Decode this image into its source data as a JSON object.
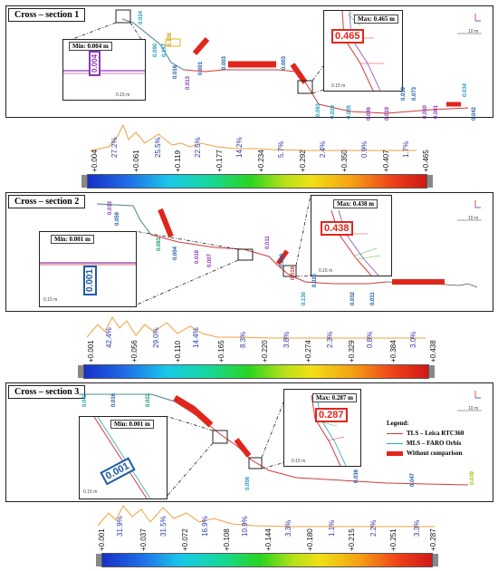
{
  "panels": [
    {
      "title": "Cross – section 1",
      "min_label": "Min: 0.004 m",
      "min_value": "0.004",
      "max_label": "Max: 0.465 m",
      "max_value": "0.465",
      "inset_scale": "0.15 m",
      "main_scale": "10 m",
      "values": [
        "0.024",
        "0.090",
        "0.157",
        "0.138",
        "0.016",
        "0.013",
        "0.001",
        "0.003",
        "0.003",
        "0.063",
        "0.029",
        "0.035",
        "0.046",
        "0.019",
        "0.039",
        "0.073",
        "0.080",
        "0.001",
        "0.042",
        "0.034"
      ],
      "hist_ticks": [
        "+0.004",
        "+0.061",
        "+0.119",
        "+0.177",
        "+0.234",
        "+0.292",
        "+0.350",
        "+0.407",
        "+0.465"
      ],
      "hist_pcts": [
        "27.2%",
        "25.5%",
        "22.5%",
        "14.2%",
        "5.7%",
        "2.4%",
        "0.9%",
        "1.7%"
      ]
    },
    {
      "title": "Cross – section 2",
      "min_label": "Min: 0.001 m",
      "min_value": "0.001",
      "max_label": "Max: 0.438 m",
      "max_value": "0.438",
      "inset_scale": "0.15 m",
      "main_scale": "10 m",
      "values": [
        "0.013",
        "0.059",
        "0.083",
        "0.004",
        "0.018",
        "0.007",
        "0.011",
        "0.009",
        "0.019",
        "0.130",
        "0.020",
        "0.032",
        "0.011"
      ],
      "hist_ticks": [
        "+0.001",
        "+0.056",
        "+0.110",
        "+0.165",
        "+0.220",
        "+0.274",
        "+0.329",
        "+0.384",
        "+0.438"
      ],
      "hist_pcts": [
        "42.4%",
        "29.0%",
        "14.4%",
        "8.3%",
        "3.8%",
        "2.3%",
        "0.8%",
        "3.0%"
      ]
    },
    {
      "title": "Cross – section 3",
      "min_label": "Min: 0.001 m",
      "min_value": "0.001",
      "max_label": "Max: 0.287 m",
      "max_value": "0.287",
      "inset_scale": "0.15 m",
      "main_scale": "10 m",
      "values": [
        "0.043",
        "0.016",
        "0.022",
        "0.056",
        "0.036",
        "0.047",
        "0.039"
      ],
      "hist_ticks": [
        "+0.001",
        "+0.037",
        "+0.072",
        "+0.108",
        "+0.144",
        "+0.180",
        "+0.215",
        "+0.251",
        "+0.287"
      ],
      "hist_pcts": [
        "31.9%",
        "31.5%",
        "16.9%",
        "10.9%",
        "3.3%",
        "1.1%",
        "2.2%",
        "3.3%"
      ]
    }
  ],
  "legend": {
    "title": "Legend:",
    "items": [
      {
        "label": "TLS – Leica RTC360",
        "color": "#d23a3a"
      },
      {
        "label": "MLS – FARO Orbis",
        "color": "#2aa7b8"
      },
      {
        "label": "Without comparison",
        "color": "#e0261c"
      }
    ]
  },
  "axis_icon": "x y z axis",
  "colors": {
    "hist_line": "#f0a040",
    "red_band": "#e0261c",
    "tls": "#d23a3a",
    "mls": "#2aa7b8"
  }
}
